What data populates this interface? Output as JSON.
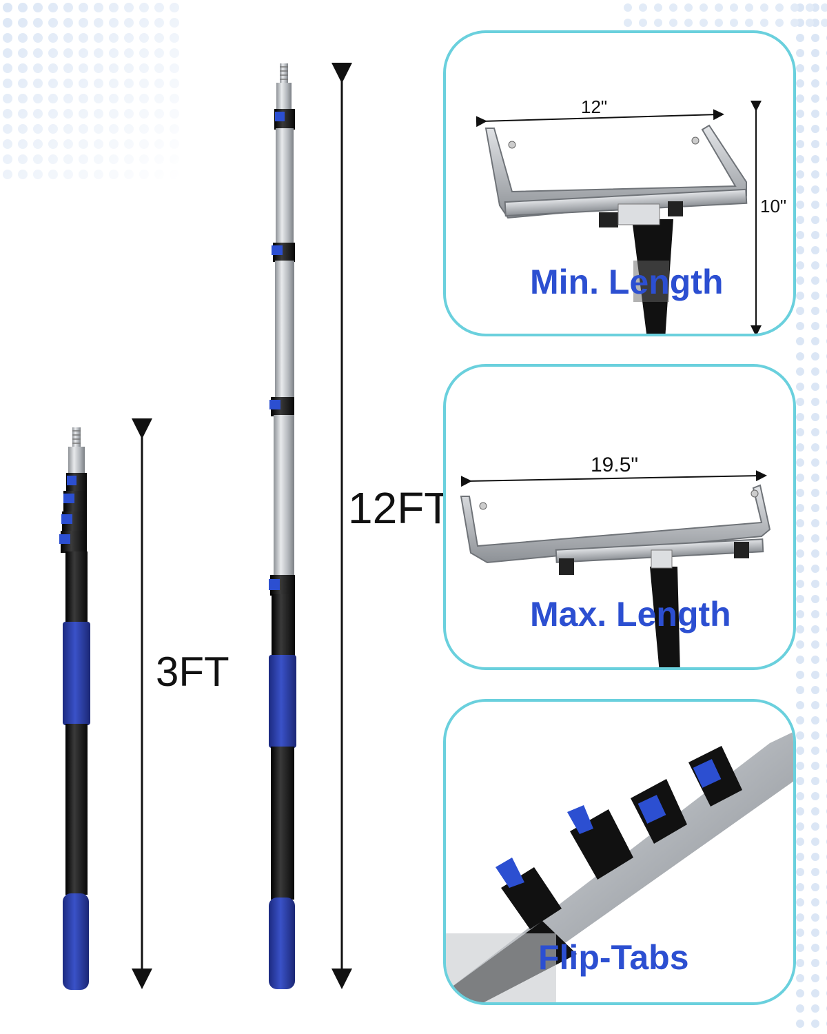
{
  "colors": {
    "accent_blue": "#2c4fd1",
    "grip_blue": "#2a3fae",
    "panel_border": "#6ad0dd",
    "pole_black": "#1a1a1a",
    "pole_silver": "#b9bdc2",
    "dots": "#dbe6f5"
  },
  "left_pole": {
    "length_label": "3FT"
  },
  "right_pole": {
    "length_label": "12FT"
  },
  "panels": [
    {
      "label": "Min. Length",
      "width_label": "12\"",
      "height_label": "10\""
    },
    {
      "label": "Max. Length",
      "width_label": "19.5\""
    },
    {
      "label": "Flip-Tabs"
    }
  ]
}
